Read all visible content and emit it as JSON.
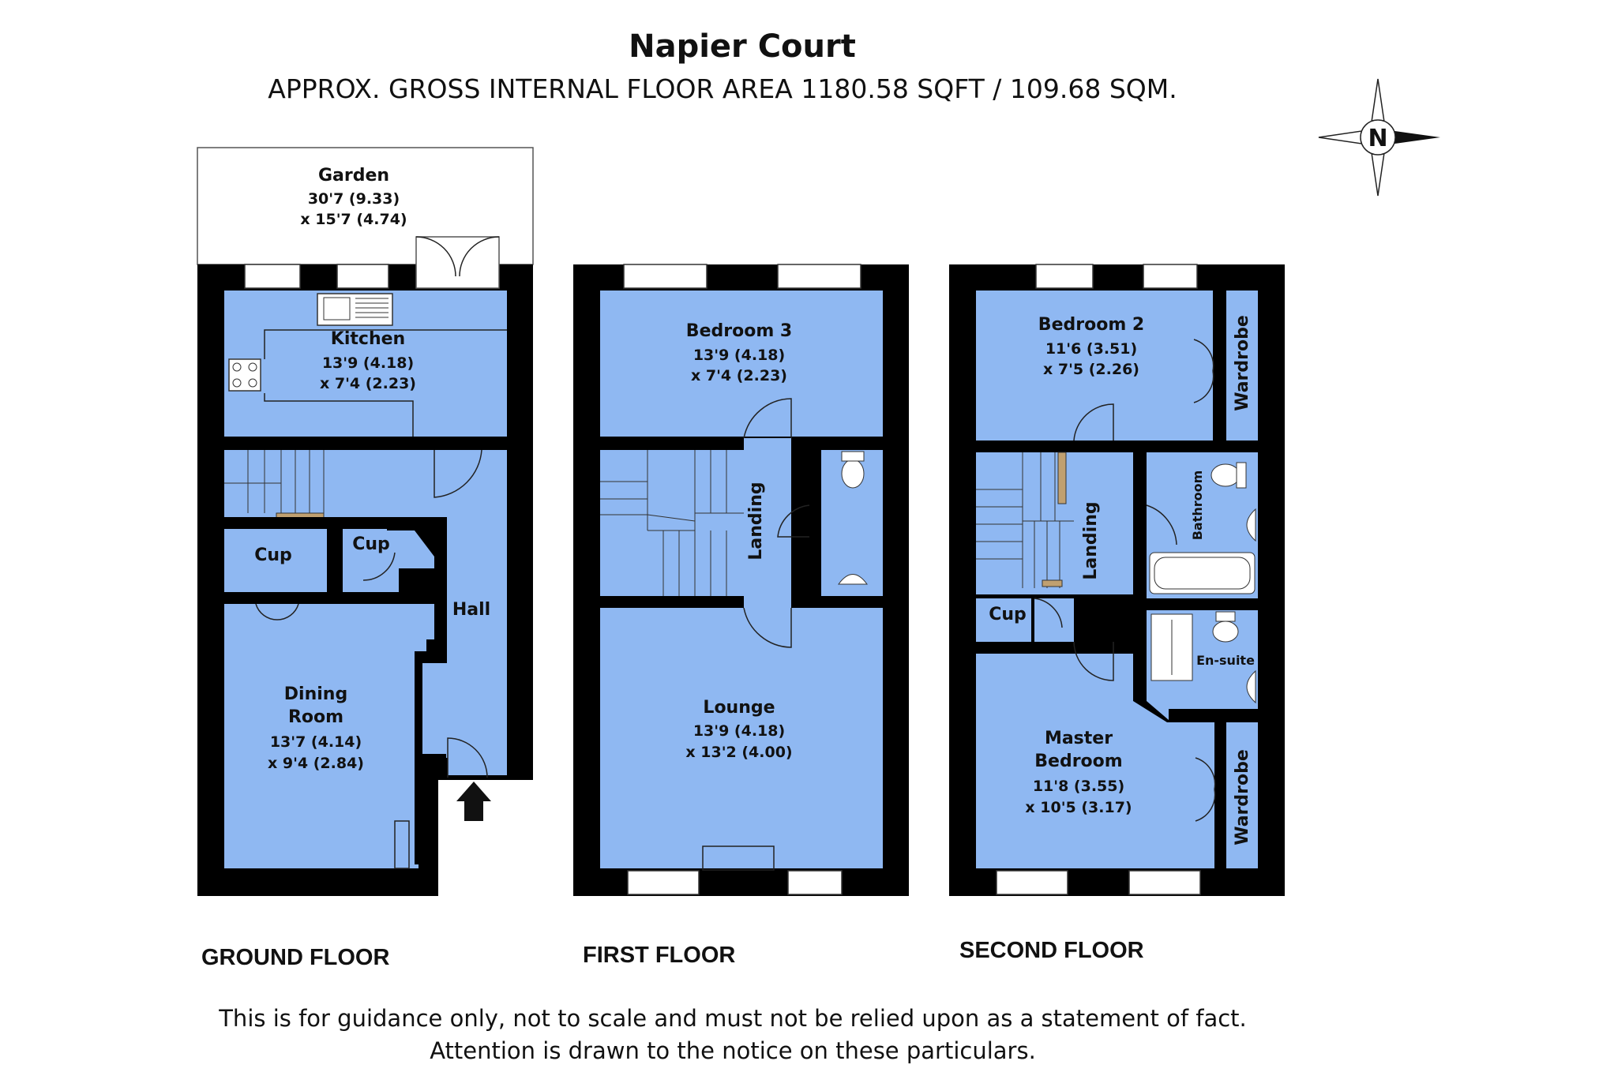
{
  "header": {
    "title": "Napier Court",
    "subtitle": "APPROX. GROSS INTERNAL FLOOR AREA 1180.58 SQFT / 109.68  SQM."
  },
  "compass": {
    "letter": "N",
    "icon": "north-arrow-icon"
  },
  "ground_floor": {
    "label": "GROUND FLOOR",
    "garden": {
      "name": "Garden",
      "dim1": "30'7 (9.33)",
      "dim2": "x 15'7 (4.74)"
    },
    "kitchen": {
      "name": "Kitchen",
      "dim1": "13'9 (4.18)",
      "dim2": "x 7'4 (2.23)"
    },
    "cup1": "Cup",
    "cup2": "Cup",
    "hall": "Hall",
    "dining": {
      "name1": "Dining",
      "name2": "Room",
      "dim1": "13'7 (4.14)",
      "dim2": "x 9'4 (2.84)"
    }
  },
  "first_floor": {
    "label": "FIRST FLOOR",
    "bedroom3": {
      "name": "Bedroom 3",
      "dim1": "13'9 (4.18)",
      "dim2": "x 7'4 (2.23)"
    },
    "landing": "Landing",
    "lounge": {
      "name": "Lounge",
      "dim1": "13'9 (4.18)",
      "dim2": "x 13'2 (4.00)"
    }
  },
  "second_floor": {
    "label": "SECOND FLOOR",
    "bedroom2": {
      "name": "Bedroom 2",
      "dim1": "11'6 (3.51)",
      "dim2": "x 7'5 (2.26)"
    },
    "wardrobe1": "Wardrobe",
    "bathroom": "Bathroom",
    "landing": "Landing",
    "cup": "Cup",
    "ensuite": "En-suite",
    "master": {
      "name1": "Master",
      "name2": "Bedroom",
      "dim1": "11'8 (3.55)",
      "dim2": "x 10'5 (3.17)"
    },
    "wardrobe2": "Wardrobe"
  },
  "footer": {
    "line1": "This is for guidance only, not to scale and must not be relied upon as a statement of fact.",
    "line2": "Attention is drawn to the notice on these particulars."
  },
  "colors": {
    "room_fill": "#8fb8f2",
    "wall": "#000000"
  }
}
